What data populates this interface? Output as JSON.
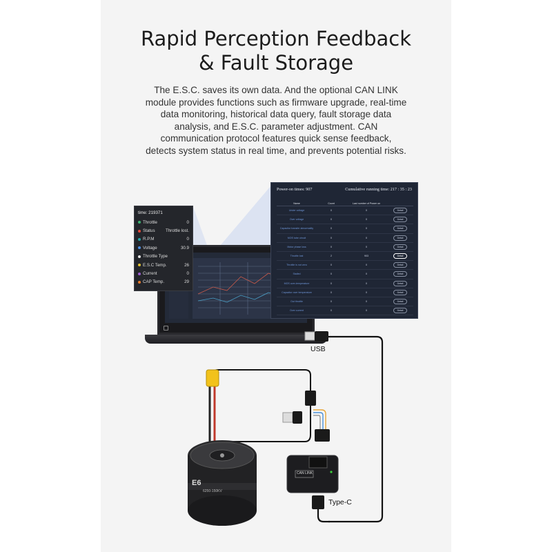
{
  "heading": {
    "line1": "Rapid Perception Feedback",
    "line2": "& Fault Storage"
  },
  "description": {
    "line1": "The E.S.C. saves its own data. And the optional CAN LINK",
    "line2": "module provides functions such as firmware upgrade, real-time",
    "line3": "data monitoring, historical data query, fault storage data",
    "line4": "analysis, and E.S.C. parameter adjustment. CAN",
    "line5": "communication protocol features quick sense feedback,",
    "line6": "detects system status in real time, and prevents potential risks."
  },
  "status_panel": {
    "time": "time: 219371",
    "rows": [
      {
        "label": "Throttle",
        "value": "0",
        "color": "#3cb371"
      },
      {
        "label": "Status",
        "value": "Throttle lost.",
        "color": "#e04a3a"
      },
      {
        "label": "R.P.M",
        "value": "0",
        "color": "#22a6a6"
      },
      {
        "label": "Voltage",
        "value": "30.9",
        "color": "#4f8fe6"
      },
      {
        "label": "Throttle Type",
        "value": "",
        "color": "#e8e8e8"
      },
      {
        "label": "E.S.C Temp.",
        "value": "26",
        "color": "#e0c030"
      },
      {
        "label": "Current",
        "value": "0",
        "color": "#9a5cd0"
      },
      {
        "label": "CAP Temp.",
        "value": "29",
        "color": "#e87a2a"
      }
    ]
  },
  "fault_panel": {
    "power_on": "Power-on times: 907",
    "running_time": "Cumulative running time: 217 : 35 : 23",
    "headers": [
      "Name",
      "Count",
      "Last number of Power on",
      ""
    ],
    "rows": [
      {
        "name": "Under voltage",
        "count": "0",
        "last": "0",
        "btn": "Detail"
      },
      {
        "name": "Over voltage",
        "count": "0",
        "last": "0",
        "btn": "Detail"
      },
      {
        "name": "Capacitor transfer abnormality",
        "count": "0",
        "last": "0",
        "btn": "Detail"
      },
      {
        "name": "MOS tube circuit",
        "count": "0",
        "last": "0",
        "btn": "Detail"
      },
      {
        "name": "Motor phase loss",
        "count": "0",
        "last": "0",
        "btn": "Detail"
      },
      {
        "name": "Throttle lost",
        "count": "2",
        "last": "903",
        "btn": "Detail"
      },
      {
        "name": "Throttle is not zero",
        "count": "0",
        "last": "0",
        "btn": "Detail"
      },
      {
        "name": "Stalled",
        "count": "0",
        "last": "0",
        "btn": "Detail"
      },
      {
        "name": "MOS over-temperature",
        "count": "0",
        "last": "0",
        "btn": "Detail"
      },
      {
        "name": "Capacitor over temperature",
        "count": "0",
        "last": "0",
        "btn": "Detail"
      },
      {
        "name": "Out throttle",
        "count": "0",
        "last": "0",
        "btn": "Detail"
      },
      {
        "name": "Over current",
        "count": "0",
        "last": "0",
        "btn": "Detail"
      }
    ]
  },
  "labels": {
    "usb": "USB",
    "type_c": "Type-C",
    "motor_model": "E6",
    "motor_spec": "6250-150KV",
    "can_link": "CAN LINK"
  }
}
